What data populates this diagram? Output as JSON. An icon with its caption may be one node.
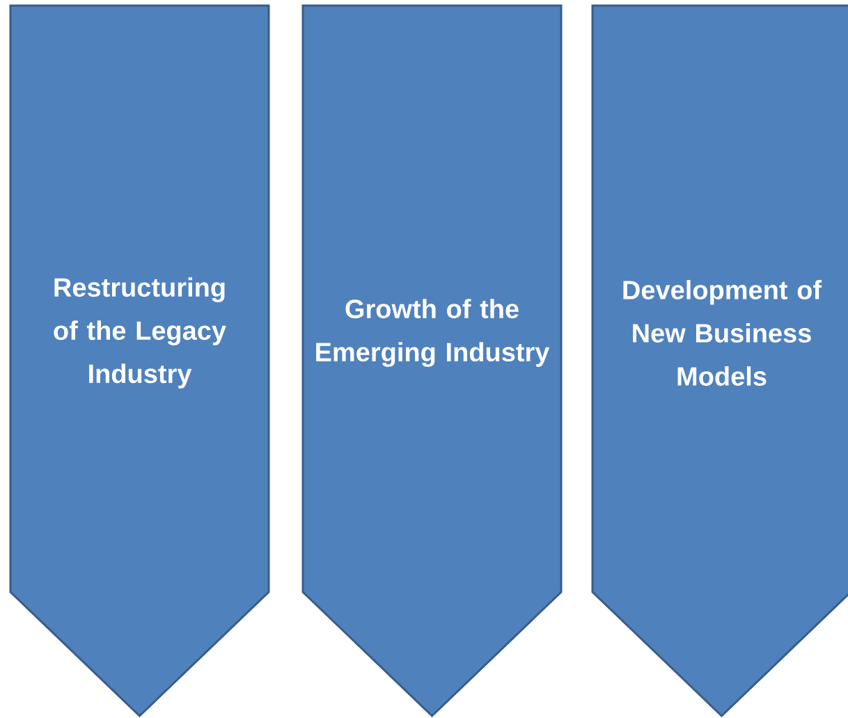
{
  "diagram": {
    "nodes": [
      {
        "text": [
          "Restructuring of the Legacy Industry"
        ]
      },
      {
        "text": [
          "Growth of the Emerging Industry"
        ]
      },
      {
        "text": [
          "Development of New Business Models"
        ]
      }
    ]
  }
}
